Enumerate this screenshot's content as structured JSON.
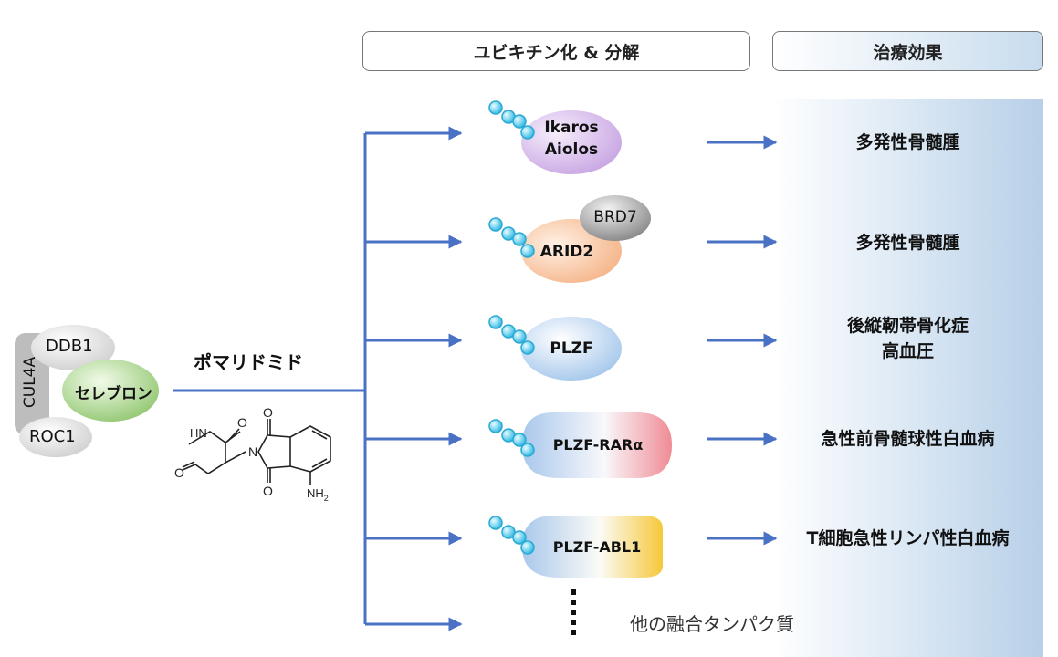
{
  "headers": {
    "ubiquitination": "ユビキチン化 & 分解",
    "therapeutic_effect": "治療効果"
  },
  "complex": {
    "ddb1": "DDB1",
    "cul4a": "CUL4A",
    "roc1": "ROC1",
    "cereblon": "セレブロン"
  },
  "drug": {
    "name": "ポマリドミド",
    "structure_labels": {
      "hn": "HN",
      "o": "O",
      "n": "N",
      "nh": "NH",
      "sub2": "2"
    }
  },
  "substrates": [
    {
      "line1": "Ikaros",
      "line2": "Aiolos"
    },
    {
      "label": "ARID2",
      "partner": "BRD7"
    },
    {
      "label": "PLZF"
    },
    {
      "label": "PLZF-RARα"
    },
    {
      "label": "PLZF-ABL1"
    }
  ],
  "outcomes": [
    {
      "lines": [
        "多発性骨髄腫"
      ]
    },
    {
      "lines": [
        "多発性骨髄腫"
      ]
    },
    {
      "lines": [
        "後縦靭帯骨化症",
        "高血圧"
      ]
    },
    {
      "lines": [
        "急性前骨髄球性白血病"
      ]
    },
    {
      "lines": [
        "T細胞急性リンパ性白血病"
      ]
    }
  ],
  "other_fusions": "他の融合タンパク質",
  "colors": {
    "arrow": "#4a72c4",
    "ubiquitin": "#4fc8ea",
    "ikaros": "#c7a3e2",
    "arid2": "#f4b081",
    "brd7": "#8f8f8f",
    "plzf": "#9ec3ea",
    "rara": "#f08b95",
    "abl1": "#f6c83a",
    "cereblon": "#8cc46a"
  }
}
